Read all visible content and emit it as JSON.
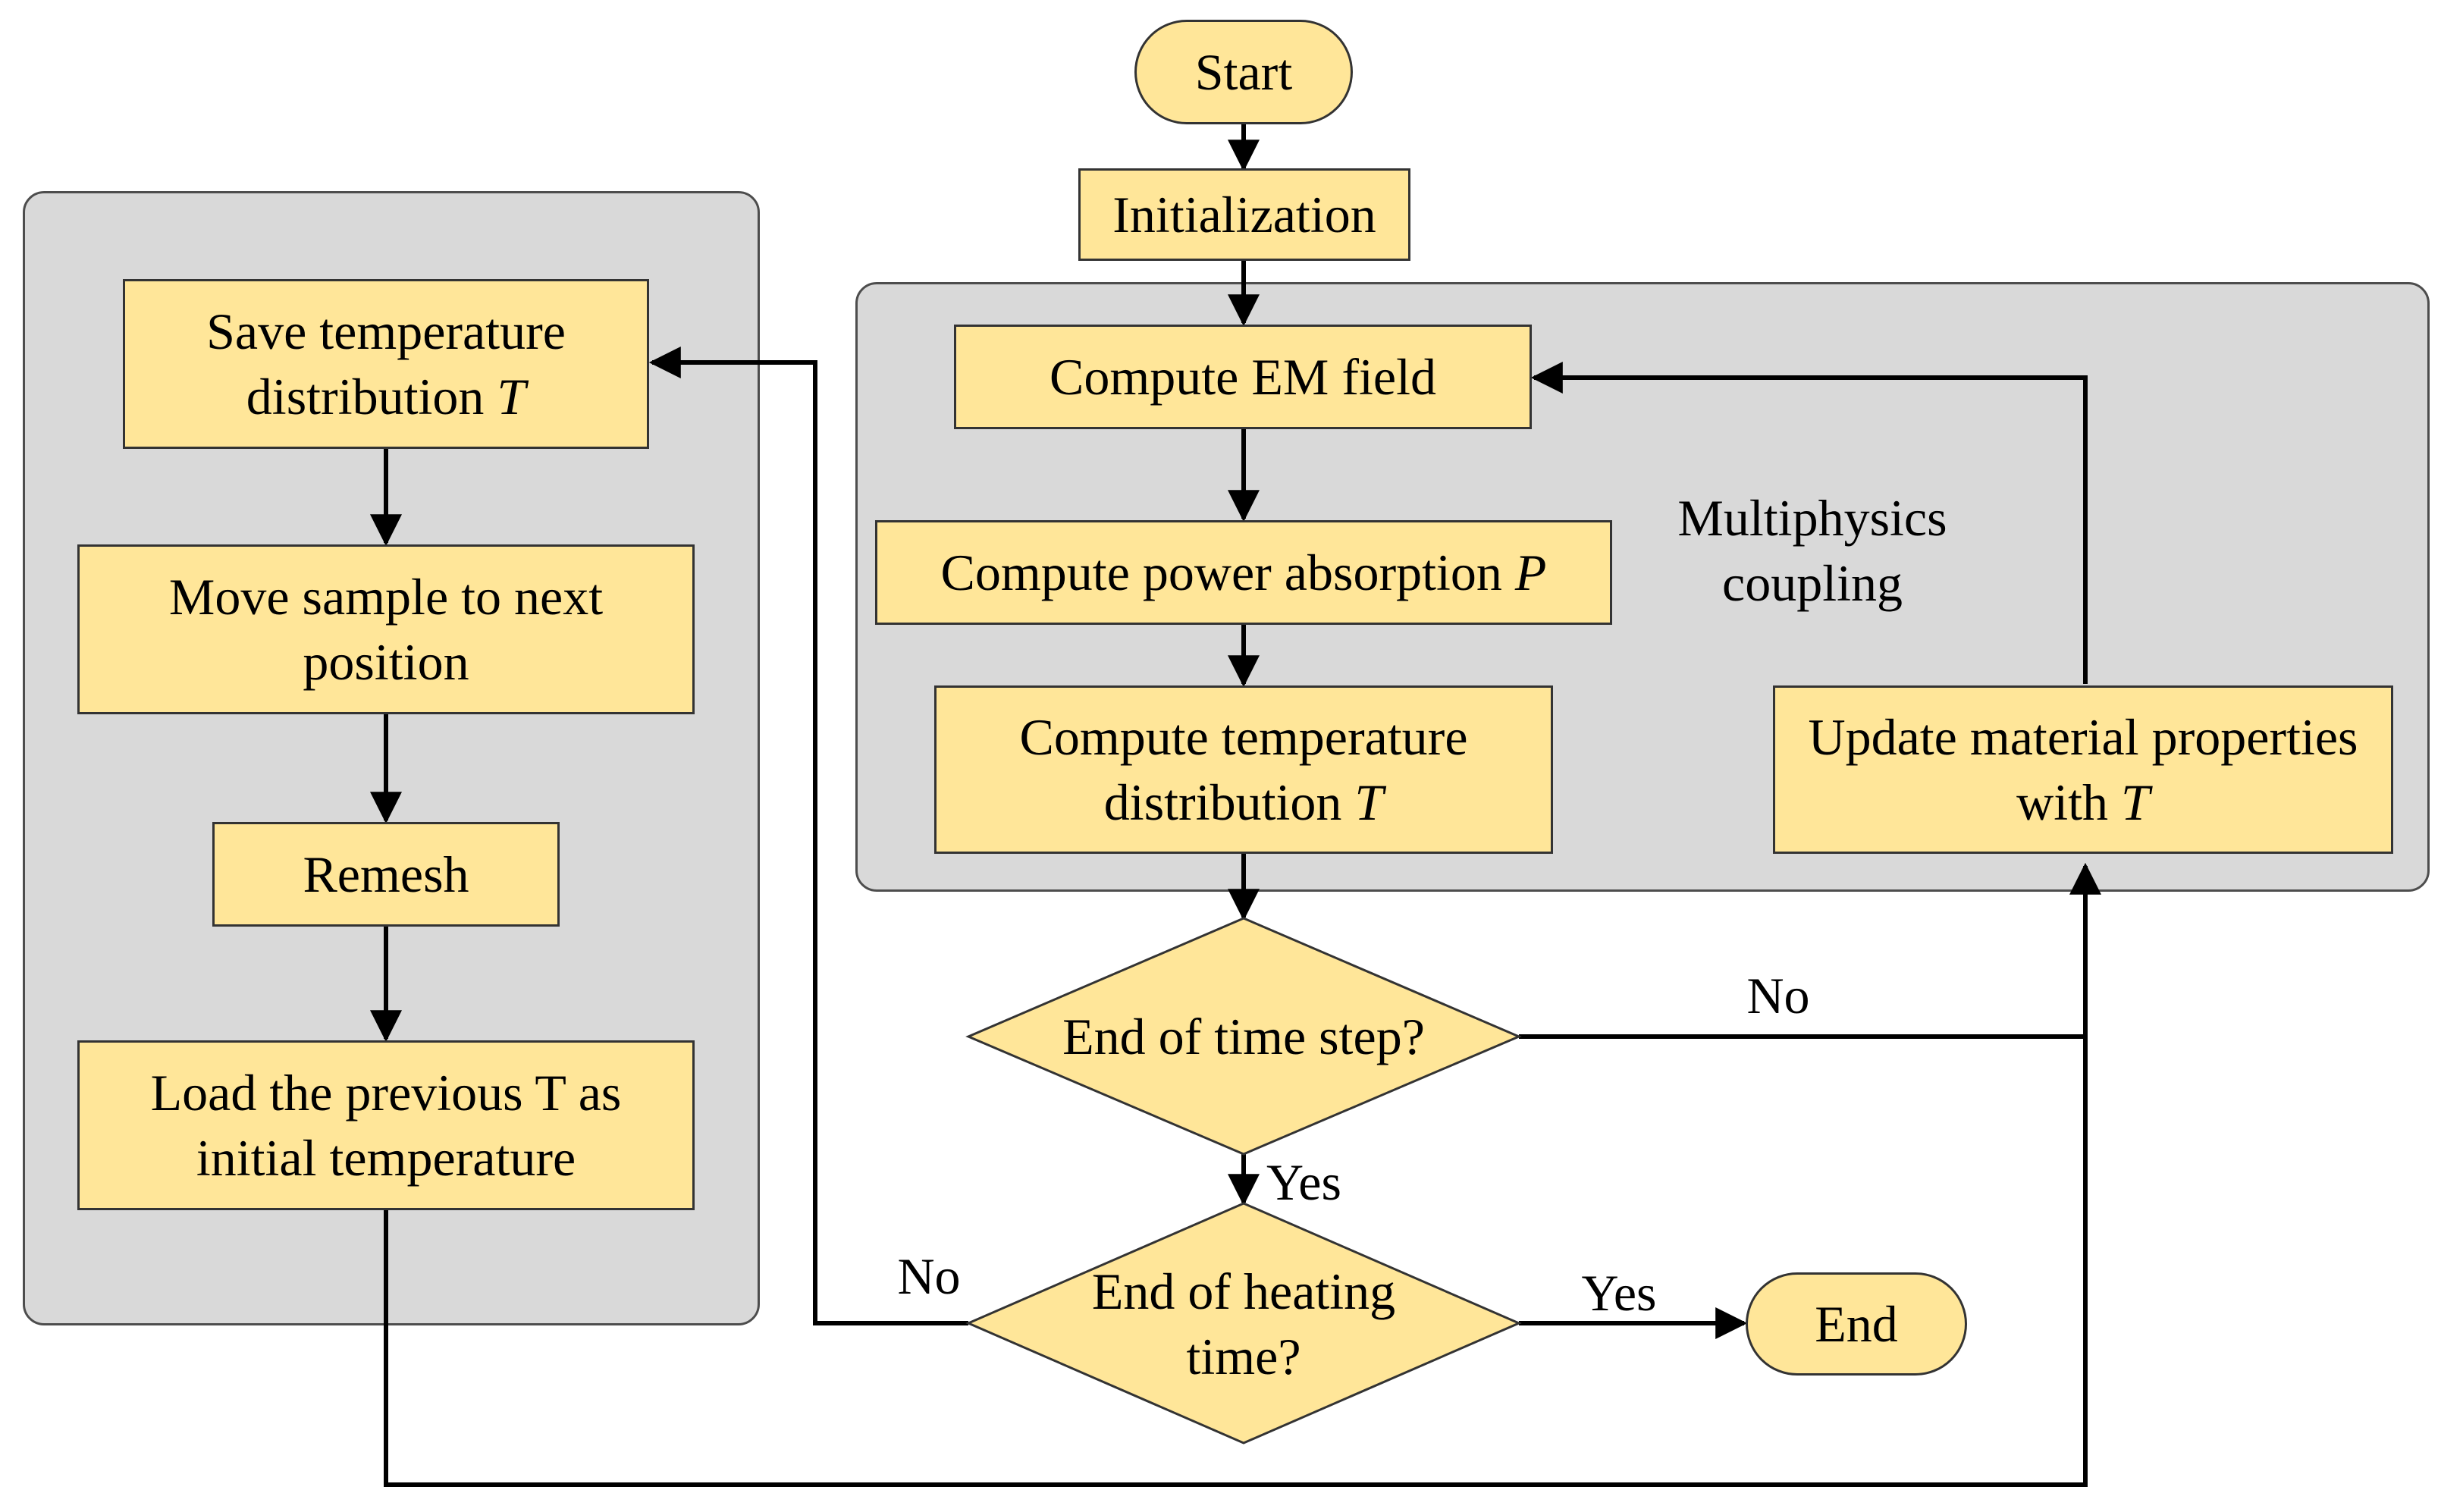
{
  "nodes": {
    "start": "Start",
    "initialization": "Initialization",
    "compute_em": "Compute EM field",
    "compute_power_text": "Compute power absorption",
    "compute_power_var": "P",
    "compute_temp_line1": "Compute temperature",
    "compute_temp_line2_text": "distribution",
    "compute_temp_var": "T",
    "update_line1": "Update material properties",
    "update_line2_text": "with",
    "update_var": "T",
    "end_time_step": "End of time step?",
    "end_heating_line1": "End of heating",
    "end_heating_line2": "time?",
    "end": "End",
    "save_line1": "Save temperature",
    "save_line2_text": "distribution",
    "save_var": "T",
    "move_line1": "Move sample to next",
    "move_line2": "position",
    "remesh": "Remesh",
    "load_line1": "Load the previous T as",
    "load_line2": "initial temperature"
  },
  "group_label": {
    "line1": "Multiphysics",
    "line2": "coupling"
  },
  "edge_labels": {
    "time_step_no": "No",
    "time_step_yes": "Yes",
    "heating_no": "No",
    "heating_yes": "Yes"
  },
  "colors": {
    "box_fill": "#ffe699",
    "group_fill": "#d9d9d9"
  }
}
